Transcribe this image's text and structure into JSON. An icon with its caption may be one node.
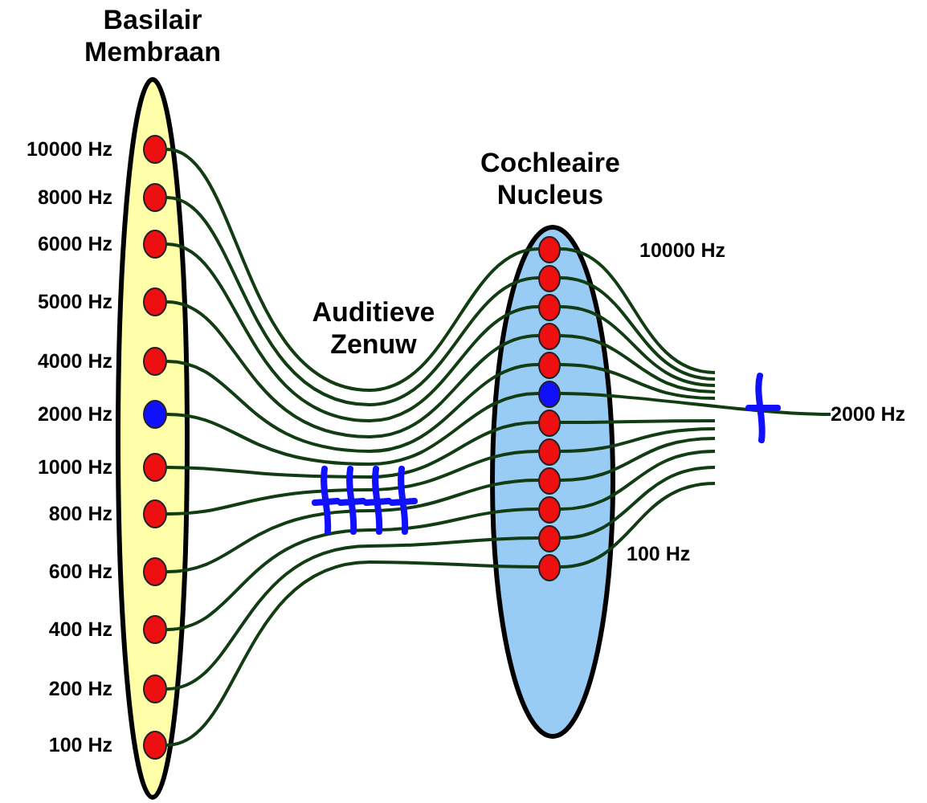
{
  "diagram": {
    "nodes": [
      {
        "text": [
          "Basilair Membraan"
        ]
      },
      {
        "text": [],
        "shape": "circle",
        "in": 0,
        "beside": [
          "10000 Hz"
        ]
      },
      {
        "text": [],
        "shape": "circle",
        "in": 0,
        "beside": [
          "8000 Hz"
        ]
      },
      {
        "text": [],
        "shape": "circle",
        "in": 0,
        "beside": [
          "6000 Hz"
        ]
      },
      {
        "text": [],
        "shape": "circle",
        "in": 0,
        "beside": [
          "5000 Hz"
        ]
      },
      {
        "text": [],
        "shape": "circle",
        "in": 0,
        "beside": [
          "4000 Hz"
        ]
      },
      {
        "text": [],
        "shape": "circle",
        "in": 0,
        "beside": [
          "2000 Hz"
        ]
      },
      {
        "text": [],
        "shape": "circle",
        "in": 0,
        "beside": [
          "1000 Hz"
        ]
      },
      {
        "text": [],
        "shape": "circle",
        "in": 0,
        "beside": [
          "800 Hz"
        ]
      },
      {
        "text": [],
        "shape": "circle",
        "in": 0,
        "beside": [
          "600 Hz"
        ]
      },
      {
        "text": [],
        "shape": "circle",
        "in": 0,
        "beside": [
          "400 Hz"
        ]
      },
      {
        "text": [],
        "shape": "circle",
        "in": 0,
        "beside": [
          "200 Hz"
        ]
      },
      {
        "text": [],
        "shape": "circle",
        "in": 0,
        "beside": [
          "100 Hz"
        ]
      },
      {
        "text": [
          "Cochleaire Nucleus"
        ]
      },
      {
        "text": [],
        "shape": "circle",
        "in": 13,
        "beside": [
          "10000 Hz"
        ]
      },
      {
        "text": [],
        "shape": "circle",
        "in": 13
      },
      {
        "text": [],
        "shape": "circle",
        "in": 13
      },
      {
        "text": [],
        "shape": "circle",
        "in": 13
      },
      {
        "text": [],
        "shape": "circle",
        "in": 13
      },
      {
        "text": [],
        "shape": "circle",
        "in": 13
      },
      {
        "text": [],
        "shape": "circle",
        "in": 13
      },
      {
        "text": [],
        "shape": "circle",
        "in": 13
      },
      {
        "text": [],
        "shape": "circle",
        "in": 13
      },
      {
        "text": [],
        "shape": "circle",
        "in": 13
      },
      {
        "text": [],
        "shape": "circle",
        "in": 13
      },
      {
        "text": [],
        "shape": "circle",
        "in": 13,
        "beside": [
          "100 Hz"
        ]
      },
      {
        "text": [
          "2000 Hz"
        ]
      }
    ],
    "edges": [
      {
        "from": 1,
        "to": 14,
        "arrow": "none"
      },
      {
        "from": 2,
        "to": 15,
        "arrow": "none"
      },
      {
        "from": 3,
        "to": 16,
        "arrow": "none"
      },
      {
        "from": 4,
        "to": 17,
        "arrow": "none"
      },
      {
        "from": 5,
        "to": 18,
        "arrow": "none"
      },
      {
        "from": 6,
        "to": 19,
        "arrow": "none"
      },
      {
        "from": 7,
        "to": 20,
        "arrow": "none"
      },
      {
        "from": 8,
        "to": 21,
        "arrow": "none"
      },
      {
        "from": 9,
        "to": 22,
        "arrow": "none"
      },
      {
        "from": 10,
        "to": 23,
        "arrow": "none"
      },
      {
        "from": 11,
        "to": 24,
        "arrow": "none"
      },
      {
        "from": 12,
        "to": 25,
        "arrow": "none"
      },
      {
        "from": 14,
        "to": null,
        "arrow": "none"
      },
      {
        "from": 15,
        "to": null,
        "arrow": "none"
      },
      {
        "from": 16,
        "to": null,
        "arrow": "none"
      },
      {
        "from": 17,
        "to": null,
        "arrow": "none"
      },
      {
        "from": 18,
        "to": null,
        "arrow": "none"
      },
      {
        "from": 19,
        "to": 26,
        "arrow": "none"
      },
      {
        "from": 20,
        "to": null,
        "arrow": "none"
      },
      {
        "from": 21,
        "to": null,
        "arrow": "none"
      },
      {
        "from": 22,
        "to": null,
        "arrow": "none"
      },
      {
        "from": 23,
        "to": null,
        "arrow": "none"
      },
      {
        "from": 24,
        "to": null,
        "arrow": "none"
      },
      {
        "from": 25,
        "to": null,
        "arrow": "none"
      }
    ],
    "labels": [
      "Auditieve Zenuw"
    ]
  }
}
